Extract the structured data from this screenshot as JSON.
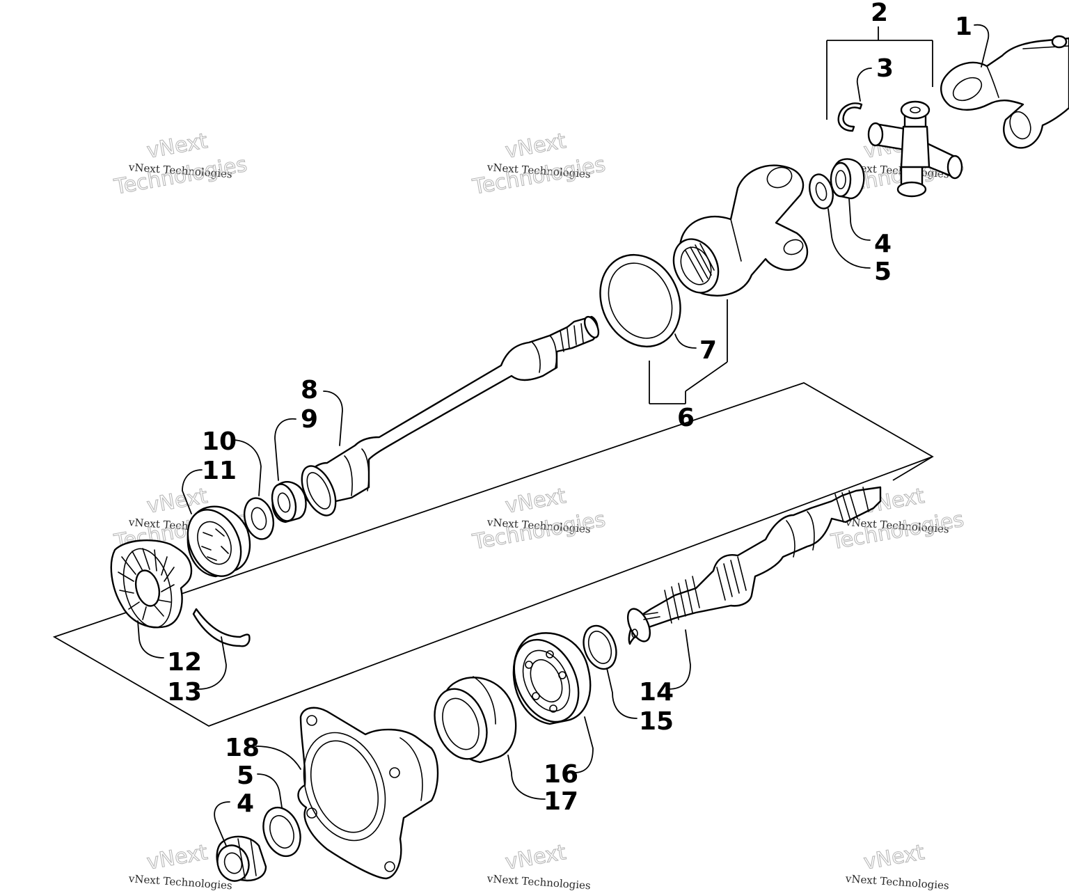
{
  "diagram": {
    "labels": {
      "l1": "1",
      "l2": "2",
      "l3": "3",
      "l4a": "4",
      "l5a": "5",
      "l6": "6",
      "l7": "7",
      "l8": "8",
      "l9": "9",
      "l10": "10",
      "l11": "11",
      "l12": "12",
      "l13": "13",
      "l14": "14",
      "l15": "15",
      "l16": "16",
      "l17": "17",
      "l18": "18",
      "l5b": "5",
      "l4b": "4"
    },
    "watermark": {
      "line1": "vNext Technologies",
      "line2": "vNext",
      "line3": "Technologies"
    }
  }
}
